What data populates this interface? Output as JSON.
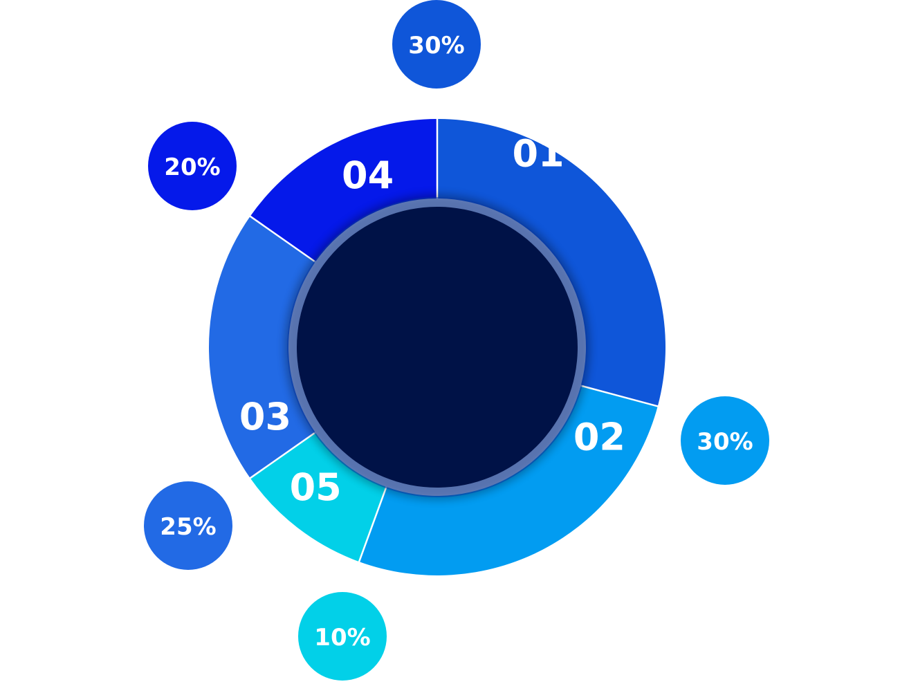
{
  "chart_data": {
    "type": "pie",
    "variant": "donut",
    "slices": [
      {
        "label": "01",
        "value_label": "30%",
        "value": 30,
        "color": "#0f56d9"
      },
      {
        "label": "02",
        "value_label": "30%",
        "value": 30,
        "color": "#029cf1"
      },
      {
        "label": "05",
        "value_label": "10%",
        "value": 10,
        "color": "#02d0e8"
      },
      {
        "label": "03",
        "value_label": "25%",
        "value": 25,
        "color": "#226ae5"
      },
      {
        "label": "04",
        "value_label": "20%",
        "value": 20,
        "color": "#0519ea"
      }
    ],
    "center_color": "#001247",
    "center_ring_color": "#0a3aa8",
    "divider_color": "#ffffff",
    "label_color": "#ffffff"
  }
}
